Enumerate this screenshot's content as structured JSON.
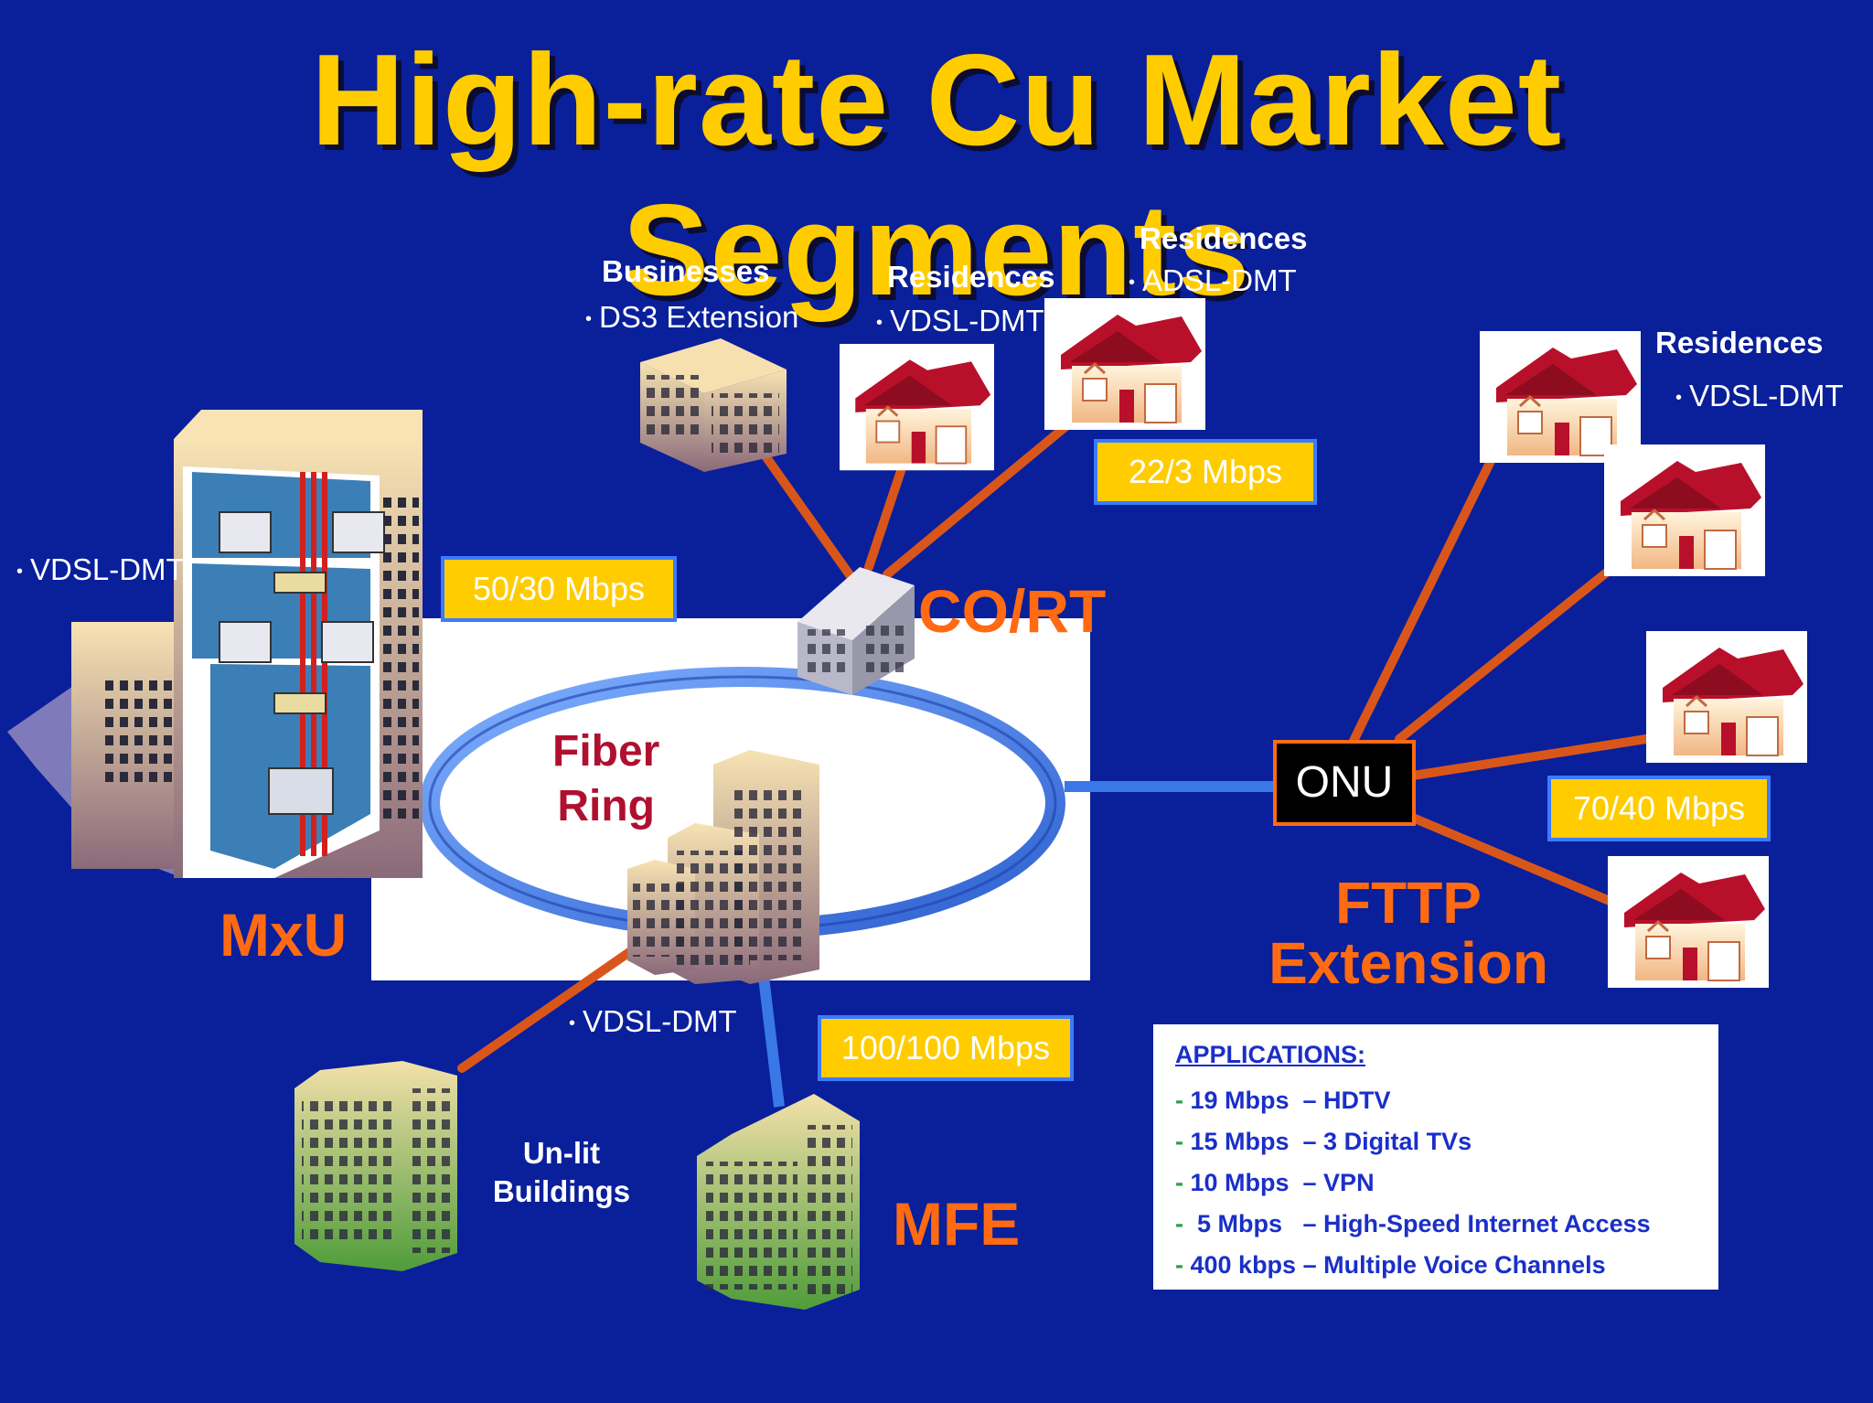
{
  "title": "High-rate Cu Market Segments",
  "nodes": {
    "businesses": {
      "heading": "Businesses",
      "tech": "DS3 Extension"
    },
    "residences_vdsl": {
      "heading": "Residences",
      "tech": "VDSL-DMT"
    },
    "residences_adsl": {
      "heading": "Residences",
      "tech": "ADSL-DMT"
    },
    "residences_fttp": {
      "heading": "Residences",
      "tech": "VDSL-DMT"
    },
    "mxu": {
      "label": "MxU",
      "tech": "VDSL-DMT"
    },
    "co_rt": {
      "label": "CO/RT"
    },
    "fiber_ring": {
      "line1": "Fiber",
      "line2": "Ring"
    },
    "onu": {
      "label": "ONU"
    },
    "fttp": {
      "line1": "FTTP",
      "line2": "Extension"
    },
    "unlit": {
      "line1": "Un-lit",
      "line2": "Buildings",
      "tech": "VDSL-DMT"
    },
    "mfe": {
      "label": "MFE"
    }
  },
  "rates": {
    "adsl": "22/3 Mbps",
    "mxu": "50/30 Mbps",
    "fttp": "70/40 Mbps",
    "mfe": "100/100 Mbps"
  },
  "applications": {
    "heading": "APPLICATIONS:",
    "rows": [
      {
        "dash": "- ",
        "text": "19 Mbps  – HDTV"
      },
      {
        "dash": "- ",
        "text": "15 Mbps  – 3 Digital TVs"
      },
      {
        "dash": "- ",
        "text": "10 Mbps  – VPN"
      },
      {
        "dash": "-  ",
        "text": "5 Mbps   – High-Speed Internet Access"
      },
      {
        "dash": "- ",
        "text": "400 kbps – Multiple Voice Channels"
      }
    ]
  },
  "colors": {
    "background": "#0a1f9a",
    "title": "#ffcc00",
    "accent_orange": "#ff6a13",
    "link_line": "#d9561a",
    "fiber_blue": "#3a78e8",
    "rate_box": "#ffcc00",
    "house_roof": "#b8102a"
  }
}
